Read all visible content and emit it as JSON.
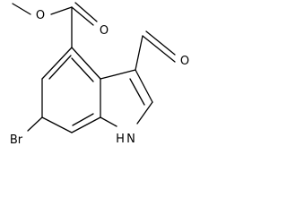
{
  "molecule": {
    "atoms": {
      "ester_carbonyl_oxygen": "O",
      "ester_ether_oxygen": "O",
      "aldehyde_oxygen": "O",
      "bromine": "Br",
      "indole_nitrogen": "N",
      "indole_nh_hydrogen": "H"
    }
  }
}
